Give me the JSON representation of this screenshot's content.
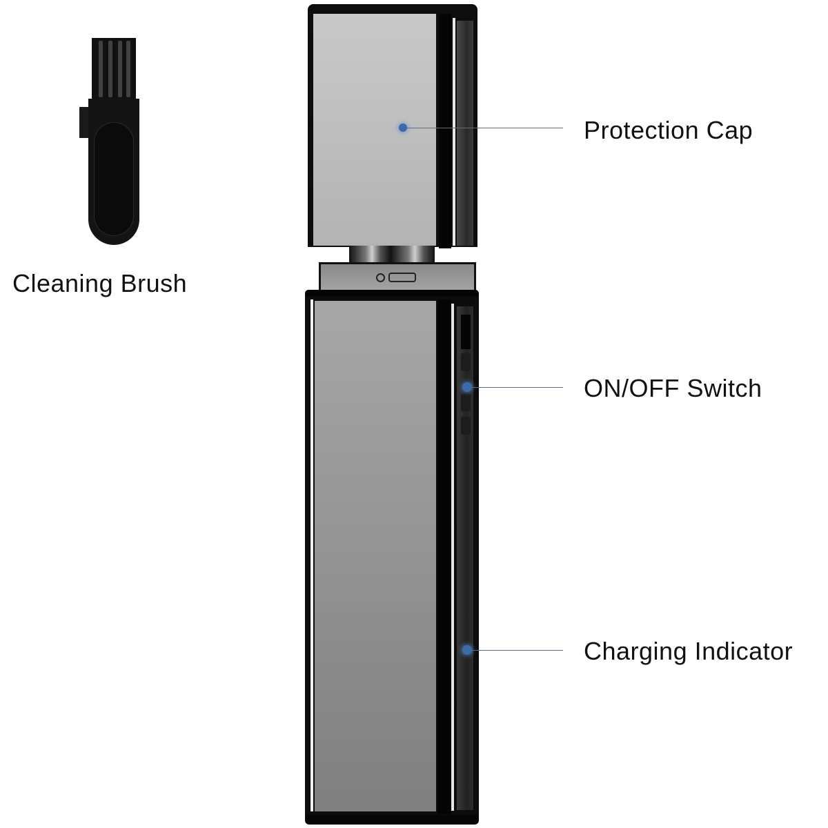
{
  "diagram": {
    "subject": "Electric trimmer product diagram",
    "background_color": "#ffffff",
    "accent_color": "#3d6aa8",
    "callouts": [
      {
        "id": "protection-cap",
        "label": "Protection Cap"
      },
      {
        "id": "on-off-switch",
        "label": "ON/OFF Switch"
      },
      {
        "id": "charging-indicator",
        "label": "Charging Indicator"
      }
    ],
    "accessories": [
      {
        "id": "cleaning-brush",
        "label": "Cleaning Brush"
      }
    ]
  }
}
